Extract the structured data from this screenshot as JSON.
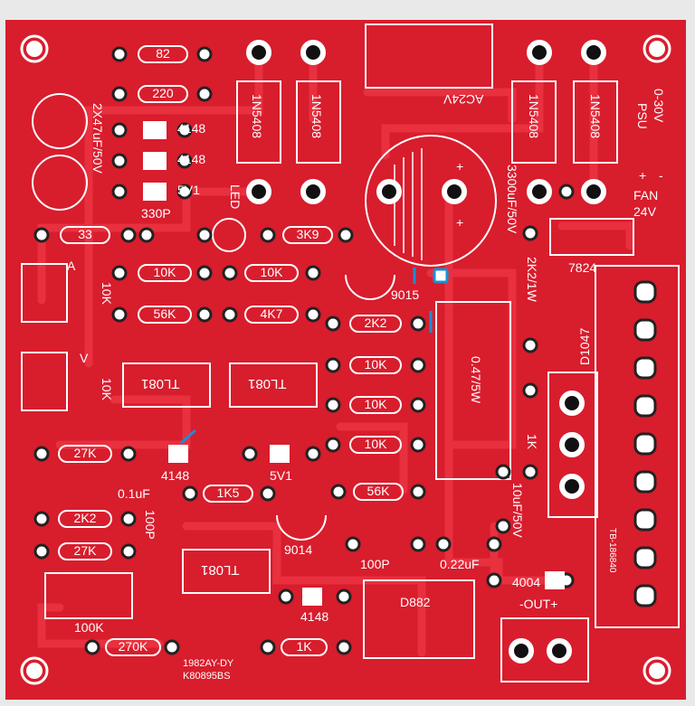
{
  "colors": {
    "board": "#d81d2d",
    "trace": "#e63342",
    "silk": "#ffffff",
    "pad": "#111111",
    "marker": "#1a8fd6"
  },
  "resistors": {
    "r82": "82",
    "r220": "220",
    "r33": "33",
    "r3k9": "3K9",
    "r10k_a": "10K",
    "r10k_b": "10K",
    "r56k_a": "56K",
    "r4k7": "4K7",
    "r2k2_a": "2K2",
    "r10k_c": "10K",
    "r10k_d": "10K",
    "r10k_e": "10K",
    "r27k_a": "27K",
    "r1k5": "1K5",
    "r56k_b": "56K",
    "r2k2_b": "2K2",
    "r27k_b": "27K",
    "r270k": "270K",
    "r1k_a": "1K",
    "r1k_b": "1K",
    "r2k2_1w": "2K2/1W",
    "r047": "0.47/5W"
  },
  "diodes": {
    "d4148_a": "4148",
    "d4148_b": "4148",
    "d5v1_a": "5V1",
    "d4148_c": "4148",
    "d5v1_b": "5V1",
    "d4148_d": "4148",
    "d4004": "4004",
    "d1n5408_a": "1N5408",
    "d1n5408_b": "1N5408",
    "d1n5408_c": "1N5408",
    "d1n5408_d": "1N5408"
  },
  "capacitors": {
    "c2x47": "2X47uF/50V",
    "c330p": "330P",
    "c3300": "3300uF/50V",
    "c01": "0.1uF",
    "c100p_a": "100P",
    "c100p_b": "100P",
    "c022": "0.22uF",
    "c10u": "10uF/50V"
  },
  "ics": {
    "ic1": "TL081",
    "ic2": "TL081",
    "ic3": "TL081"
  },
  "transistors": {
    "q9015": "9015",
    "q9014": "9014",
    "d882": "D882",
    "d1047": "D1047",
    "reg": "7824"
  },
  "labels": {
    "ac24v": "AC24V",
    "psu1": "0-30V",
    "psu2": "PSU",
    "fan1": "FAN",
    "fan2": "24V",
    "led": "LED",
    "pot_a": "A",
    "pot_a_val": "10K",
    "pot_v": "V",
    "pot_v_val": "10K",
    "r100k": "100K",
    "out": "-OUT+",
    "heatsink": "TB-186840",
    "code1": "1982AY-DY",
    "code2": "K80895BS",
    "plus1": "+",
    "minus1": "-",
    "plus2": "+",
    "plus3": "+"
  }
}
